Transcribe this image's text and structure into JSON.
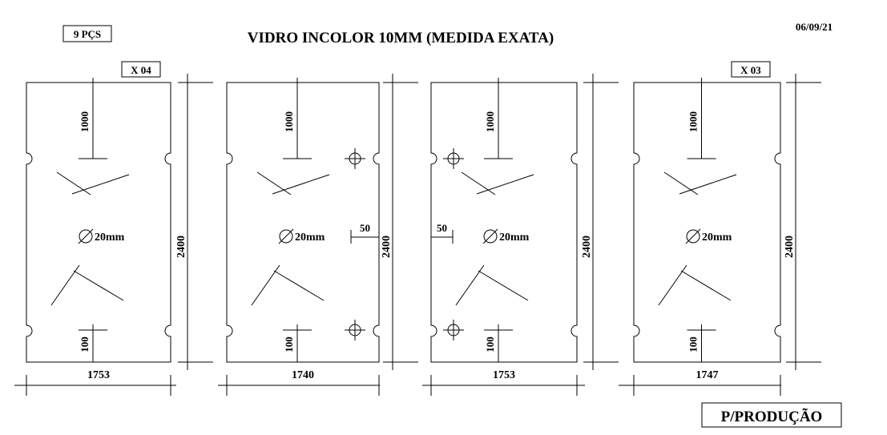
{
  "header": {
    "quantity": "9 PÇS",
    "title": "VIDRO INCOLOR 10MM  (MEDIDA EXATA)",
    "date": "06/09/21"
  },
  "footer": {
    "stamp": "P/PRODUÇÃO"
  },
  "panels": [
    {
      "tag": "X 04",
      "width": "1753",
      "height": "2400",
      "top_dim": "1000",
      "bottom_dim": "100",
      "hole": "20mm",
      "edge_dim": "",
      "holes_side": ""
    },
    {
      "tag": "",
      "width": "1740",
      "height": "2400",
      "top_dim": "1000",
      "bottom_dim": "100",
      "hole": "20mm",
      "edge_dim": "50",
      "holes_side": "right"
    },
    {
      "tag": "",
      "width": "1753",
      "height": "2400",
      "top_dim": "1000",
      "bottom_dim": "100",
      "hole": "20mm",
      "edge_dim": "50",
      "holes_side": "left"
    },
    {
      "tag": "X 03",
      "width": "1747",
      "height": "2400",
      "top_dim": "1000",
      "bottom_dim": "100",
      "hole": "20mm",
      "edge_dim": "",
      "holes_side": ""
    }
  ]
}
